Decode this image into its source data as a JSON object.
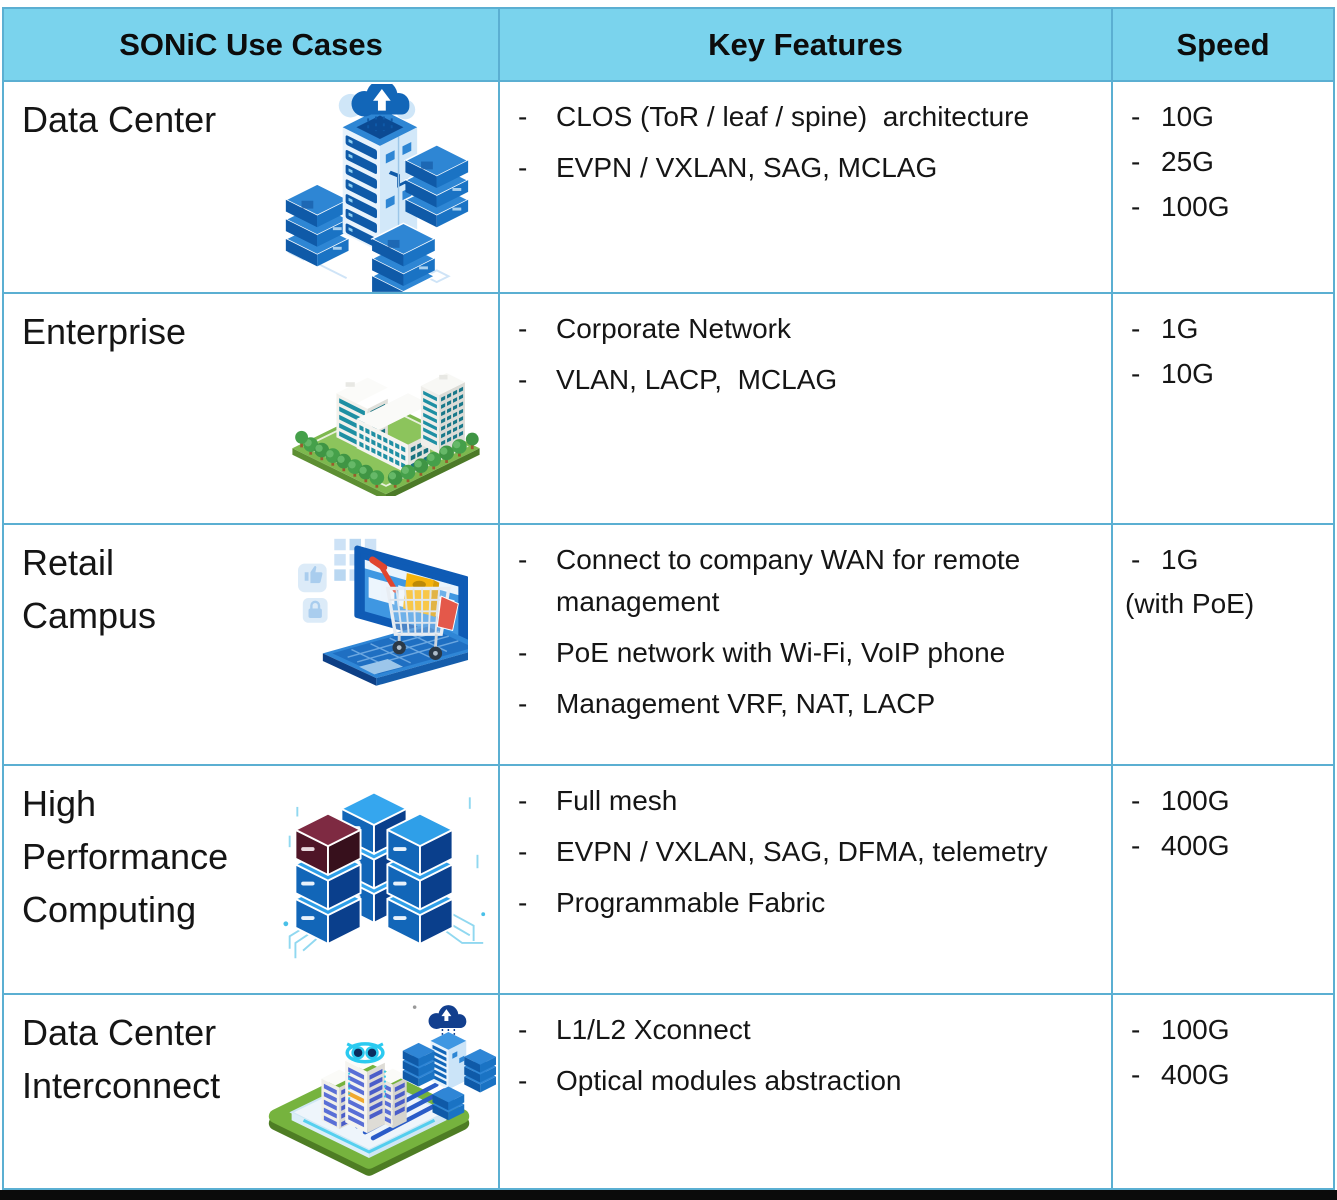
{
  "table": {
    "bullet": "-",
    "headers": [
      {
        "label": "SONiC Use Cases"
      },
      {
        "label": "Key Features"
      },
      {
        "label": "Speed"
      }
    ],
    "rows": [
      {
        "use_case": "Data Center",
        "use_case_lines": [
          "Data Center"
        ],
        "illustration": "data-center",
        "features": [
          "CLOS (ToR / leaf / spine)  architecture",
          "EVPN / VXLAN, SAG, MCLAG"
        ],
        "speeds": [
          "10G",
          "25G",
          "100G"
        ],
        "speed_note": ""
      },
      {
        "use_case": "Enterprise",
        "use_case_lines": [
          "Enterprise"
        ],
        "illustration": "enterprise",
        "features": [
          "Corporate Network",
          "VLAN, LACP,  MCLAG"
        ],
        "speeds": [
          "1G",
          "10G"
        ],
        "speed_note": ""
      },
      {
        "use_case": "Retail Campus",
        "use_case_lines": [
          "Retail",
          "Campus"
        ],
        "illustration": "retail-campus",
        "features": [
          "Connect to company WAN for remote management",
          "PoE network with Wi-Fi, VoIP phone",
          "Management VRF, NAT, LACP"
        ],
        "speeds": [
          "1G"
        ],
        "speed_note": "(with PoE)"
      },
      {
        "use_case": "High Performance Computing",
        "use_case_lines": [
          "High",
          "Performance",
          "Computing"
        ],
        "illustration": "high-performance-computing",
        "features": [
          "Full mesh",
          "EVPN / VXLAN, SAG, DFMA, telemetry",
          "Programmable Fabric"
        ],
        "speeds": [
          "100G",
          "400G"
        ],
        "speed_note": ""
      },
      {
        "use_case": "Data Center Interconnect",
        "use_case_lines": [
          "Data Center",
          "Interconnect"
        ],
        "illustration": "data-center-interconnect",
        "features": [
          "L1/L2 Xconnect",
          "Optical modules abstraction"
        ],
        "speeds": [
          "100G",
          "400G"
        ],
        "speed_note": ""
      }
    ]
  },
  "colors": {
    "header_bg": "#7ad3ed",
    "border": "#5bafd2",
    "text": "#151515",
    "bottom_bar": "#0b0b0b",
    "illustration_blue_dark": "#0f5aa8",
    "illustration_blue_mid": "#2e86d4",
    "illustration_green": "#76b33e",
    "illustration_red": "#e0452f",
    "illustration_yellow": "#f5b50a",
    "illustration_maroon": "#5d1c30",
    "illustration_teal_window": "#1e8fa3",
    "illustration_cyan_glow": "#2bcaf0"
  }
}
